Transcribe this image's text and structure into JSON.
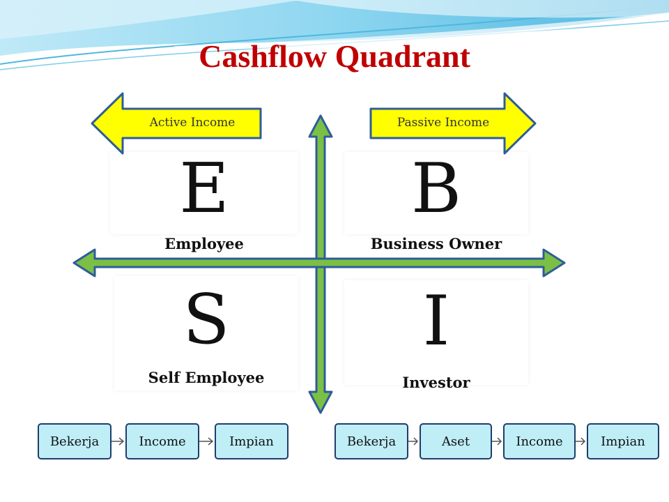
{
  "title": "Cashflow Quadrant",
  "income_arrows": {
    "active": "Active Income",
    "passive": "Passive Income"
  },
  "quadrants": {
    "e": {
      "letter": "E",
      "label": "Employee"
    },
    "b": {
      "letter": "B",
      "label": "Business Owner"
    },
    "s": {
      "letter": "S",
      "label": "Self  Employee"
    },
    "i": {
      "letter": "I",
      "label": "Investor"
    }
  },
  "flows": {
    "left": [
      "Bekerja",
      "Income",
      "Impian"
    ],
    "right": [
      "Bekerja",
      "Aset",
      "Income",
      "Impian"
    ]
  },
  "colors": {
    "title": "#c00000",
    "axis_fill": "#7bc044",
    "axis_stroke": "#2e5d99",
    "arrow_fill": "#ffff00",
    "flow_fill": "#bfeef7",
    "flow_border": "#1f3d6b"
  }
}
